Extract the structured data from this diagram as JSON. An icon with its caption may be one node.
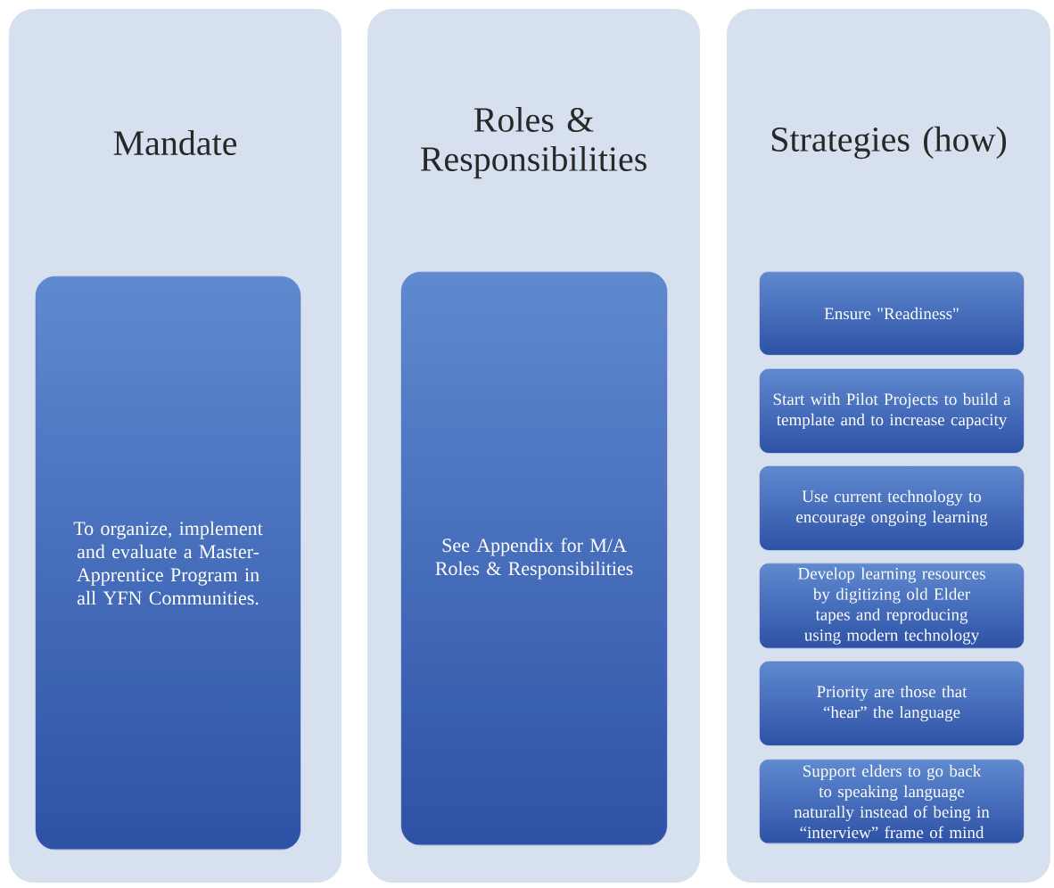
{
  "diagram": {
    "nodes": [
      {
        "text": [
          "Mandate"
        ]
      },
      {
        "text": [
          "To organize, implement and evaluate a Master-Apprentice Program in all YFN Communities."
        ],
        "in": 0
      },
      {
        "text": [
          "Roles & Responsibilities"
        ]
      },
      {
        "text": [
          "See Appendix for M/A Roles & Responsibilities"
        ],
        "in": 2
      },
      {
        "text": [
          "Strategies (how)"
        ]
      },
      {
        "text": [
          "Ensure \"Readiness\""
        ],
        "in": 4
      },
      {
        "text": [
          "Start with Pilot Projects to build a template and to increase capacity"
        ],
        "in": 4
      },
      {
        "text": [
          "Use current technology to encourage ongoing learning"
        ],
        "in": 4
      },
      {
        "text": [
          "Develop learning resources by digitizing old Elder tapes and reproducing using modern technology"
        ],
        "in": 4
      },
      {
        "text": [
          "Priority are those that “hear” the language"
        ],
        "in": 4
      },
      {
        "text": [
          "Support elders to go back to speaking language naturally instead of being in “interview” frame of mind"
        ],
        "in": 4
      }
    ]
  }
}
